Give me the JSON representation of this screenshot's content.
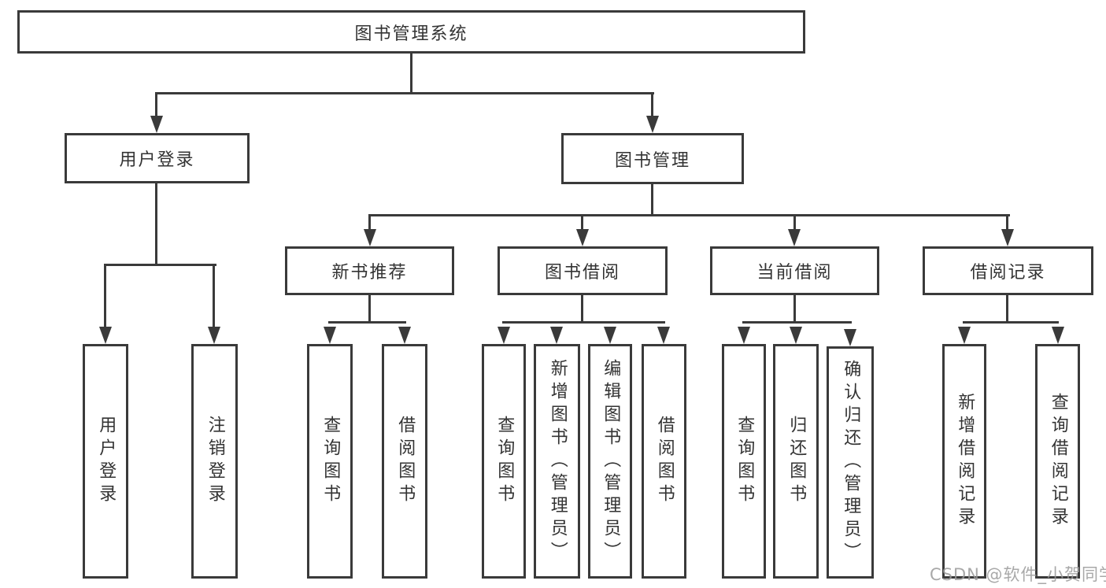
{
  "nodes": {
    "root": "图书管理系统",
    "level1": [
      "用户登录",
      "图书管理"
    ],
    "level2": [
      "新书推荐",
      "图书借阅",
      "当前借阅",
      "借阅记录"
    ],
    "leaves": {
      "user_login": [
        "用户登录",
        "注销登录"
      ],
      "new_books": [
        "查询图书",
        "借阅图书"
      ],
      "book_borrow": [
        "查询图书",
        "新增图书（管理员）",
        "编辑图书（管理员）",
        "借阅图书"
      ],
      "current_borrow": [
        "查询图书",
        "归还图书",
        "确认归还（管理员）"
      ],
      "borrow_records": [
        "新增借阅记录",
        "查询借阅记录"
      ]
    }
  },
  "icons": {
    "arrow_down": "solid triangle arrowhead pointing down"
  },
  "colors": {
    "line": "#3a3a3a",
    "box_border": "#3a3a3a",
    "text": "#333333",
    "background": "#ffffff",
    "watermark": "#9a9a9a"
  },
  "watermark": "CSDN @软件_小贺同学"
}
